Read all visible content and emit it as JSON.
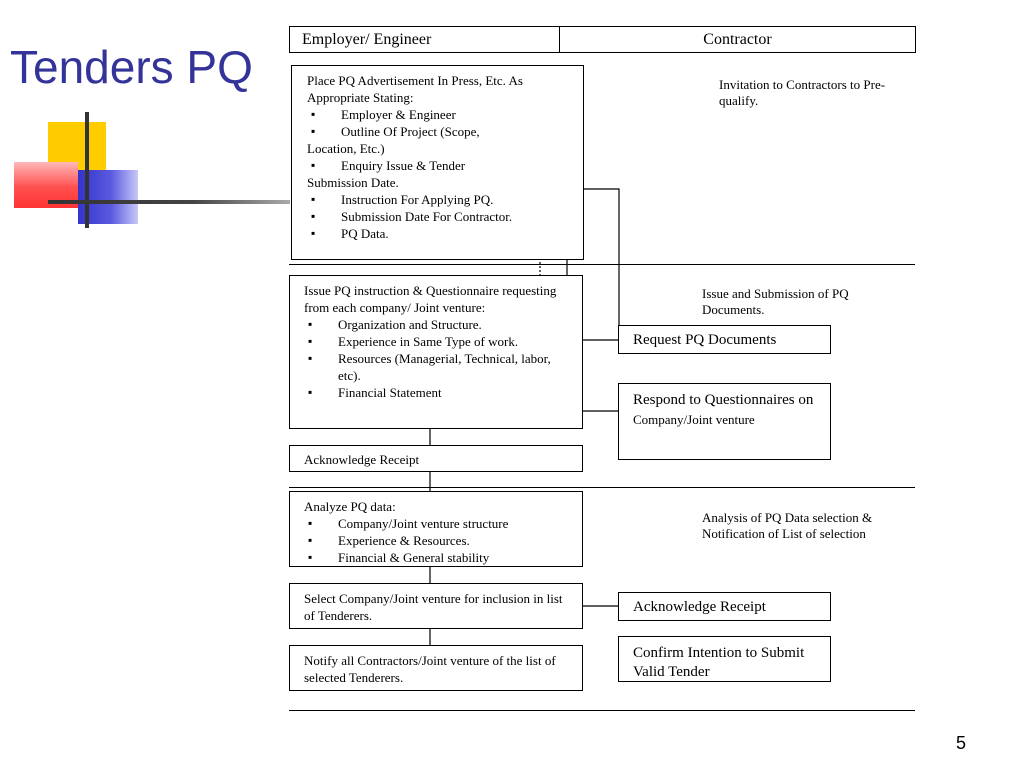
{
  "slide": {
    "title": "Tenders PQ",
    "page_number": "5"
  },
  "columns": {
    "left": "Employer/ Engineer",
    "right": "Contractor"
  },
  "employer": {
    "box1": {
      "intro": "Place PQ Advertisement In Press, Etc. As Appropriate Stating:",
      "items": [
        "Employer & Engineer",
        "Outline Of Project (Scope,",
        "Enquiry Issue & Tender",
        "Instruction For Applying PQ.",
        "Submission Date For Contractor.",
        "PQ Data."
      ],
      "continuations": [
        "Location, Etc.)",
        "Submission Date."
      ]
    },
    "box2": {
      "intro": "Issue PQ instruction & Questionnaire requesting from each company/ Joint venture:",
      "items": [
        "Organization and Structure.",
        "Experience in Same Type of work.",
        "Resources (Managerial, Technical, labor, etc).",
        "Financial Statement"
      ]
    },
    "box3": {
      "text": "Acknowledge Receipt"
    },
    "box4": {
      "intro": "Analyze PQ data:",
      "items": [
        "Company/Joint venture structure",
        "Experience &  Resources.",
        "Financial  & General stability"
      ]
    },
    "box5": {
      "text": "Select Company/Joint venture for inclusion in list of Tenderers."
    },
    "box6": {
      "text": "Notify all Contractors/Joint venture of the list of selected Tenderers."
    }
  },
  "contractor": {
    "note1": "Invitation to Contractors to Pre-qualify.",
    "note2": "Issue and Submission of PQ Documents.",
    "note3": "Analysis of PQ Data selection & Notification of List of selection",
    "box_request": "Request PQ Documents",
    "box_respond_line1": "Respond to Questionnaires on",
    "box_respond_line2": "Company/Joint venture",
    "box_ack": "Acknowledge Receipt",
    "box_confirm": "Confirm Intention    to Submit Valid Tender"
  },
  "colors": {
    "title": "#333399",
    "deco_yellow": "#ffcc00",
    "deco_red": "#ff3333",
    "deco_blue": "#3333cc"
  }
}
